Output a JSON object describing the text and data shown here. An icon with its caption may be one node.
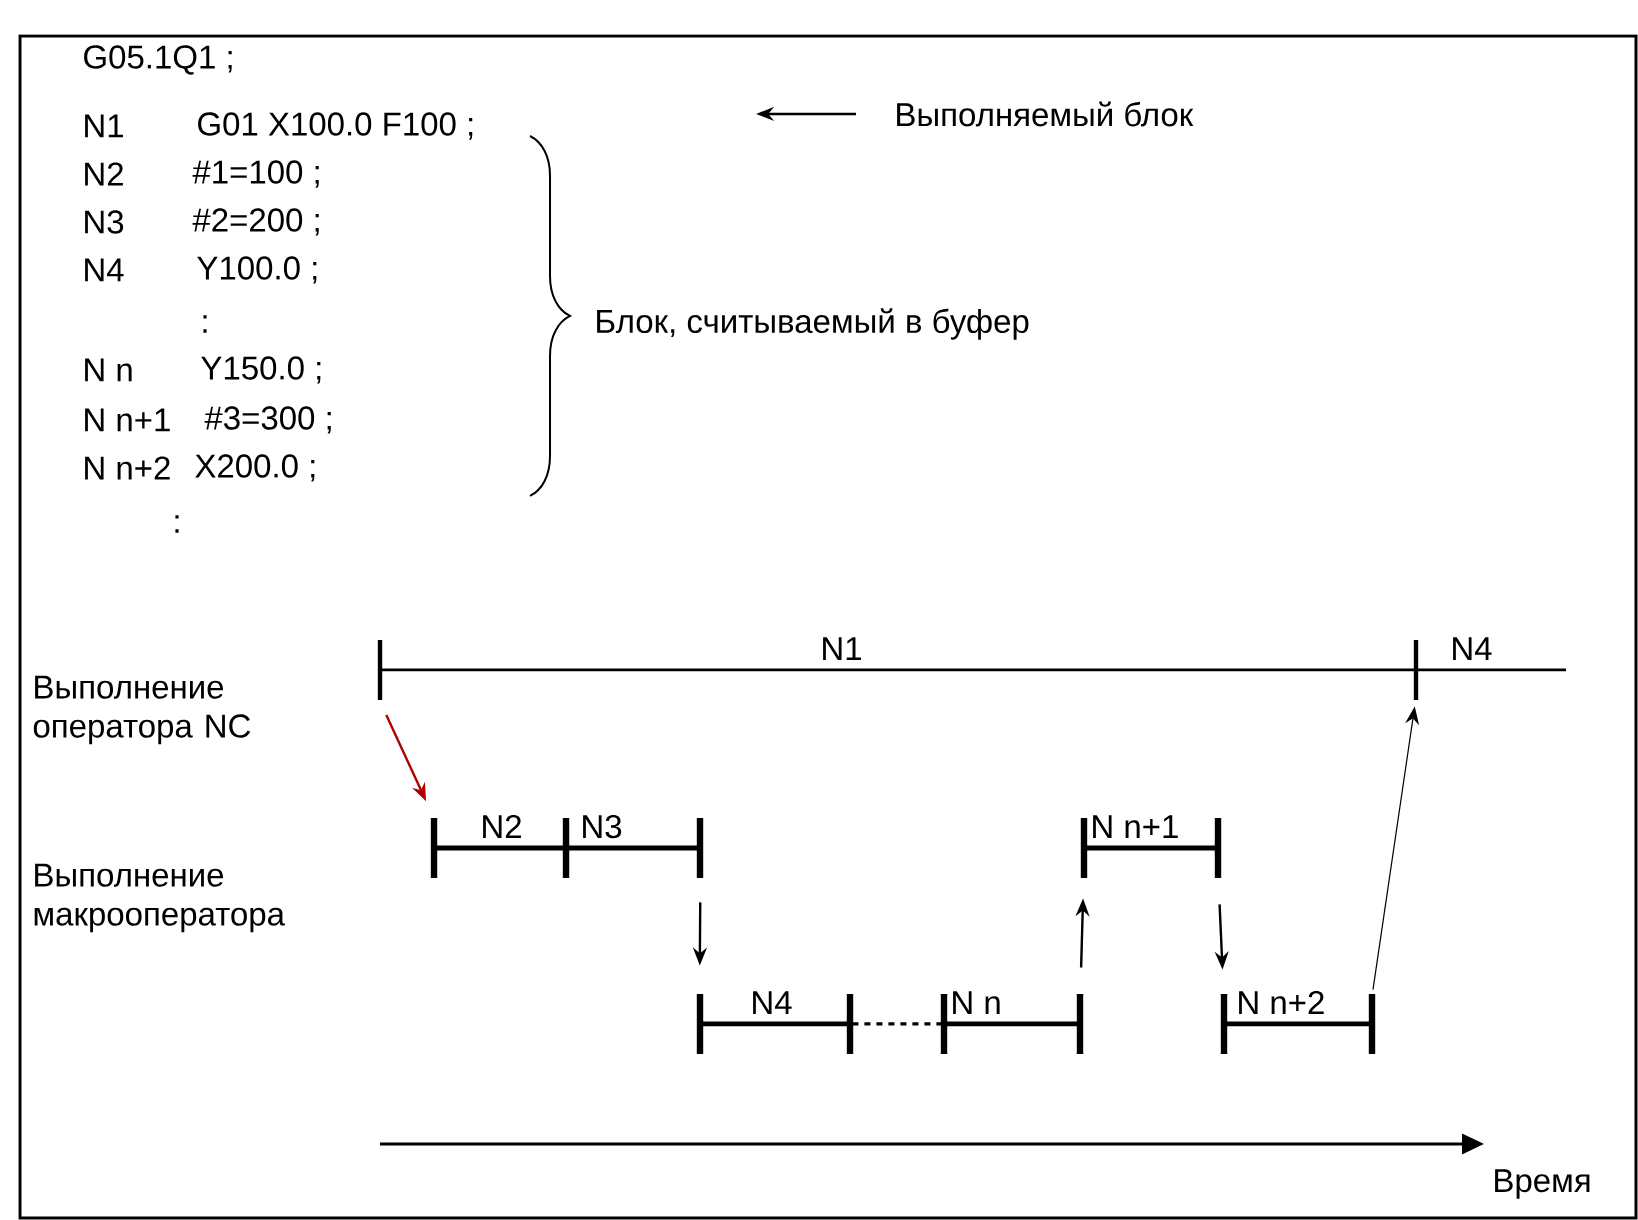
{
  "diagram": {
    "nodes": [
      {
        "text": [
          "Выполняемый блок"
        ]
      },
      {
        "text": [
          "N1"
        ]
      },
      {
        "text": [
          "N4"
        ]
      },
      {
        "text": [
          "N2"
        ]
      },
      {
        "text": [
          "N3"
        ]
      },
      {
        "text": [
          "N n+1"
        ]
      },
      {
        "text": [
          "N4"
        ]
      },
      {
        "text": [
          "N n"
        ]
      },
      {
        "text": [
          "N n+2"
        ]
      }
    ],
    "edges": [
      {
        "from": 0,
        "to": null,
        "arrow": "to"
      },
      {
        "from": 1,
        "to": 3,
        "arrow": "to",
        "color": "#b00000"
      },
      {
        "from": 4,
        "to": 6,
        "arrow": "to"
      },
      {
        "from": 6,
        "to": 7,
        "arrow": "none",
        "style": "dashed"
      },
      {
        "from": 7,
        "to": 5,
        "arrow": "to"
      },
      {
        "from": 5,
        "to": 8,
        "arrow": "to"
      },
      {
        "from": 8,
        "to": 2,
        "arrow": "to"
      }
    ],
    "labels": [
      "G05.1Q1 ;",
      "N1",
      "G01 X100.0 F100 ;",
      "N2",
      "#1=100 ;",
      "N3",
      "#2=200 ;",
      "N4",
      "Y100.0 ;",
      ":",
      "N n",
      "Y150.0 ;",
      "N n+1",
      "#3=300 ;",
      "N n+2",
      "X200.0 ;",
      ":",
      "Блок, считываемый в буфер",
      "Выполнение оператора NC",
      "Выполнение макрооператора",
      "Время"
    ]
  }
}
